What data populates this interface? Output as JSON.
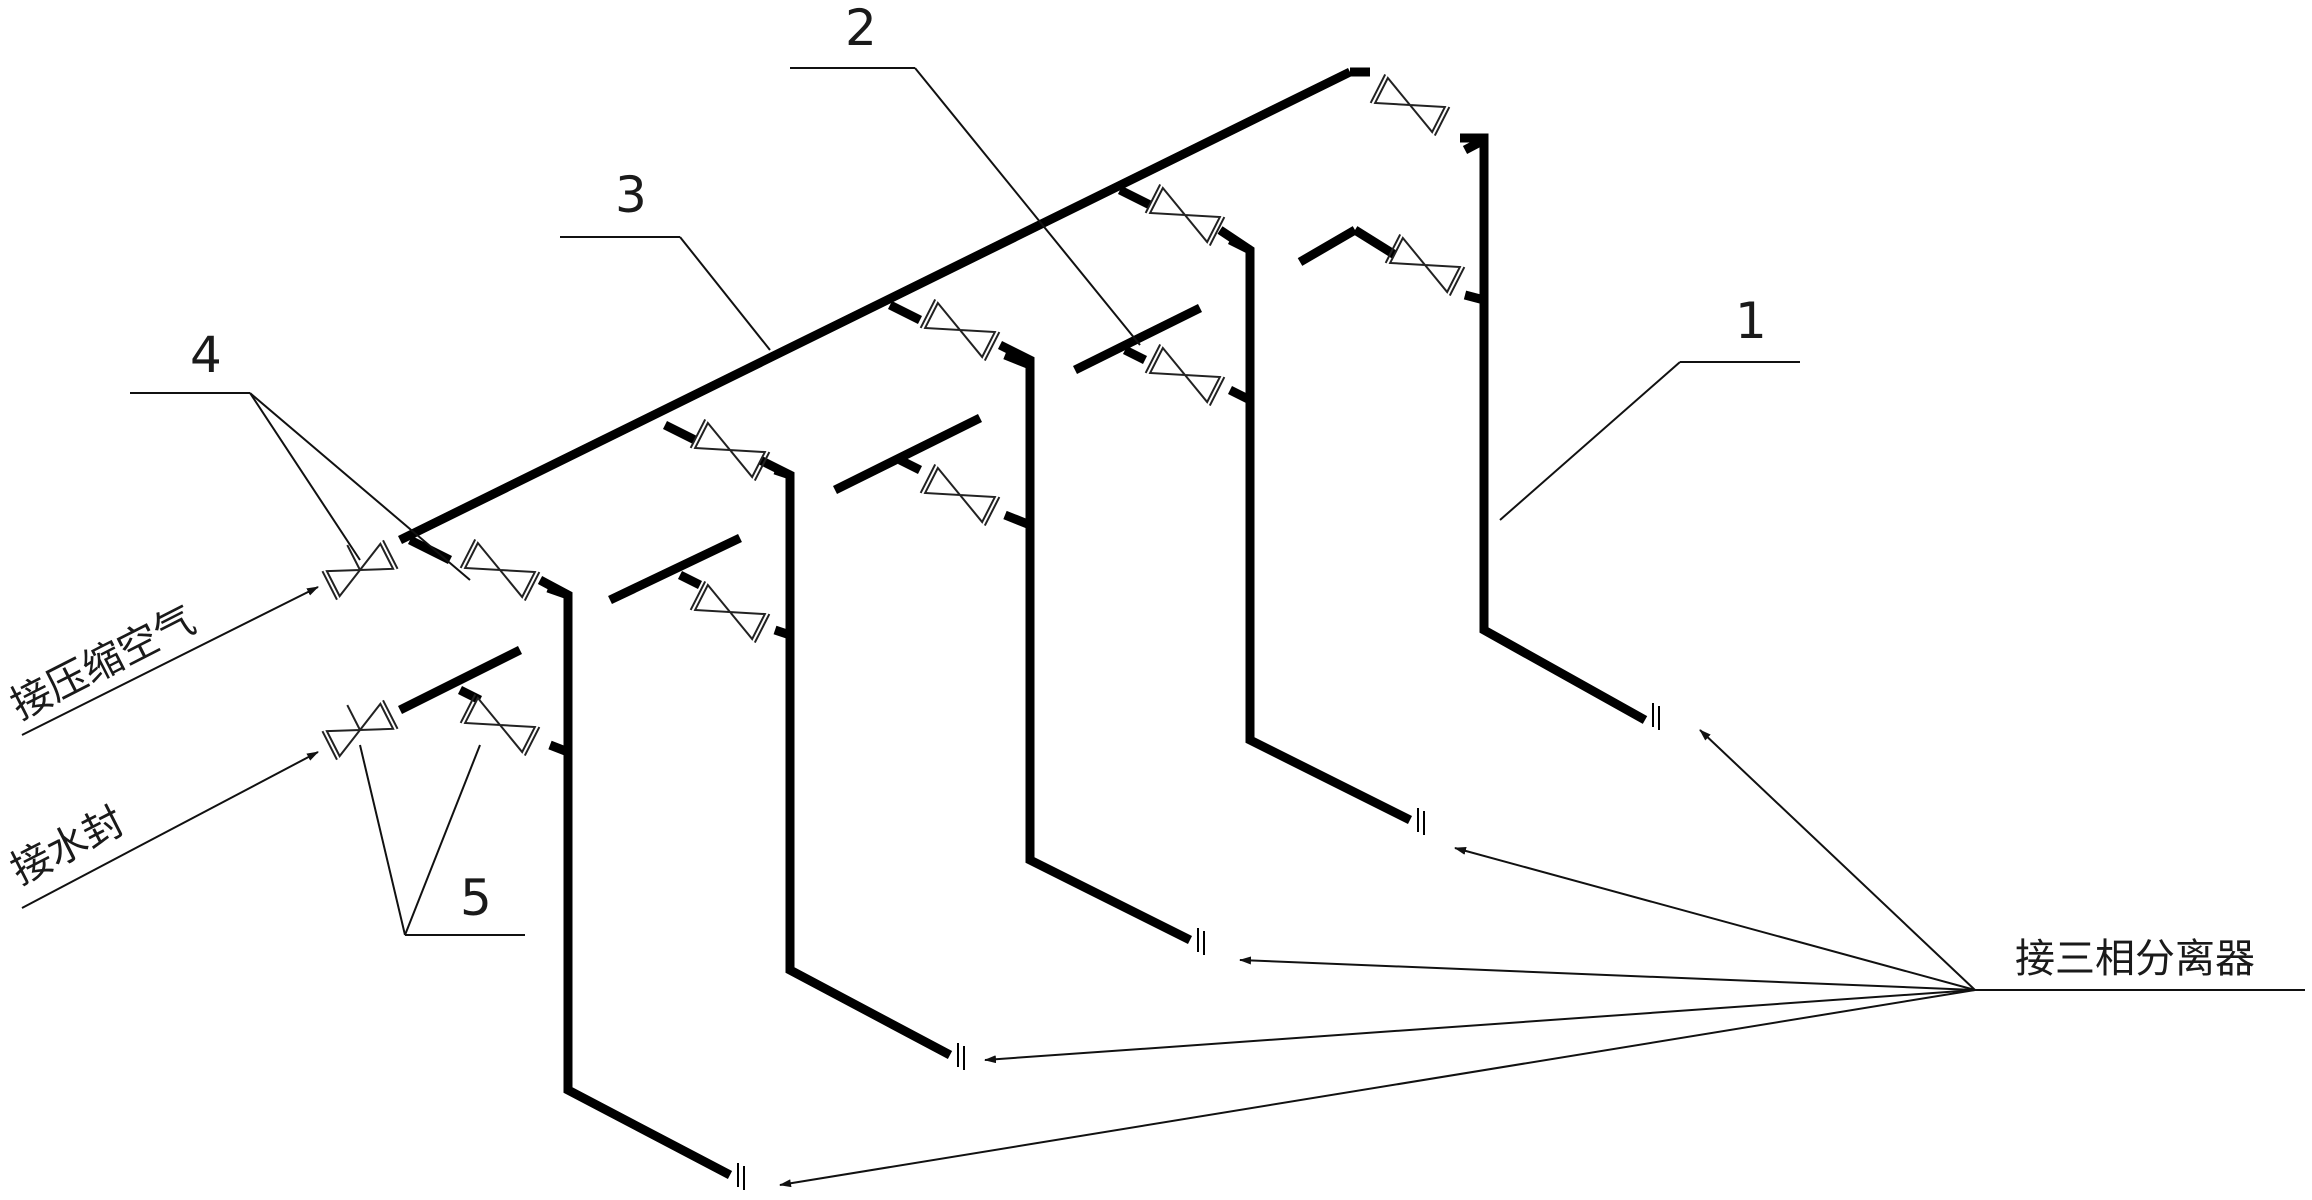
{
  "labels": {
    "compressed_air": "接压缩空气",
    "water_seal": "接水封",
    "three_phase_separator": "接三相分离器"
  },
  "callouts": {
    "pipe_vertical": "1",
    "branch_pipe": "2",
    "header_pipe": "3",
    "inlet_valve_air": "4",
    "inlet_valve_water": "5"
  }
}
